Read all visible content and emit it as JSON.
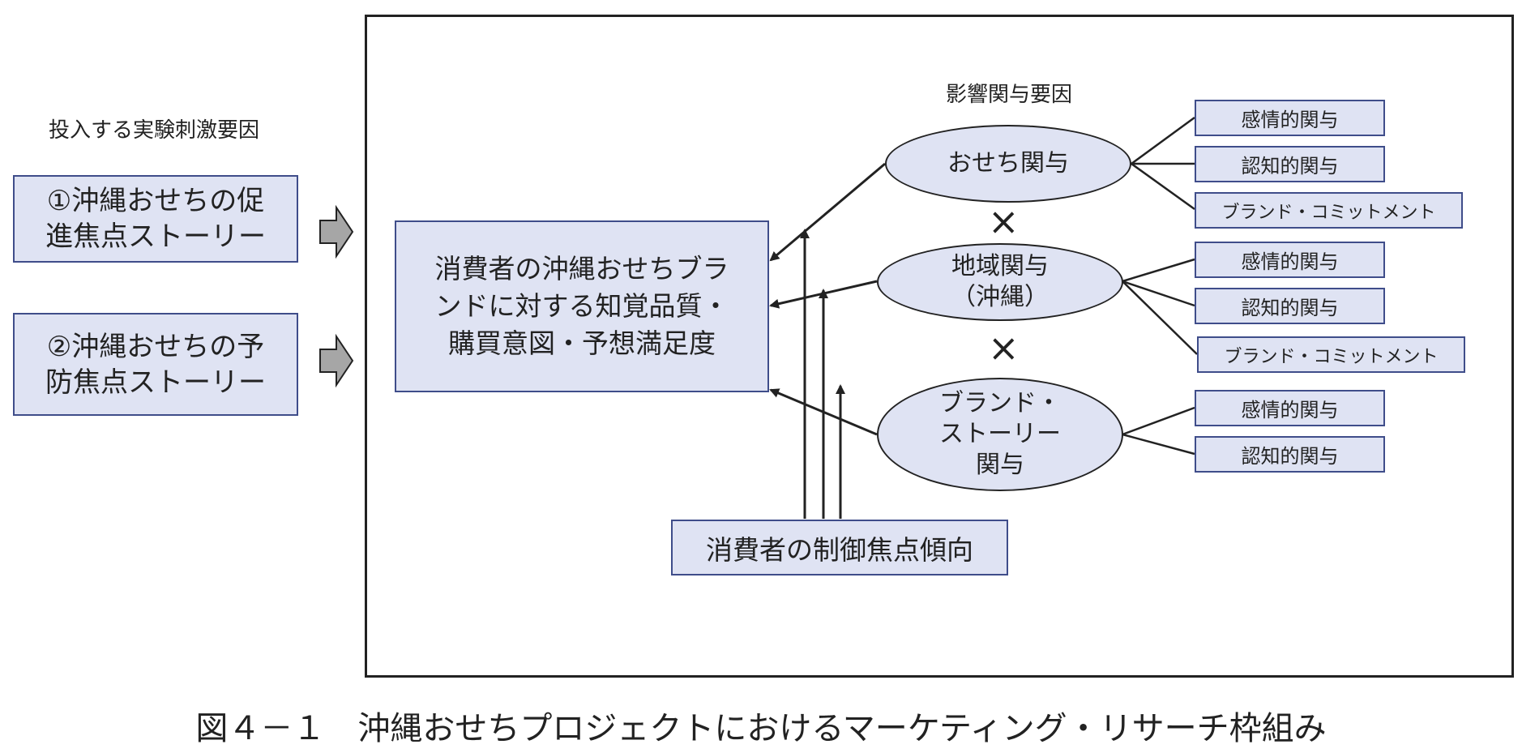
{
  "left_panel": {
    "title": "投入する実験刺激要因",
    "stimulus_1": "①沖縄おせちの促\n進焦点ストーリー",
    "stimulus_2": "②沖縄おせちの予\n防焦点ストーリー"
  },
  "central_box": "消費者の沖縄おせちブラ\nンドに対する知覚品質・\n購買意図・予想満足度",
  "moderator_box": "消費者の制御焦点傾向",
  "influence_title": "影響関与要因",
  "factors": [
    {
      "label": "おせち関与",
      "sub": [
        "感情的関与",
        "認知的関与",
        "ブランド・コミットメント"
      ]
    },
    {
      "label": "地域関与\n（沖縄）",
      "sub": [
        "感情的関与",
        "認知的関与",
        "ブランド・コミットメント"
      ]
    },
    {
      "label": "ブランド・\nストーリー\n関与",
      "sub": [
        "感情的関与",
        "認知的関与"
      ]
    }
  ],
  "cross_symbol": "×",
  "caption": "図４－１　沖縄おせちプロジェクトにおけるマーケティング・リサーチ枠組み"
}
